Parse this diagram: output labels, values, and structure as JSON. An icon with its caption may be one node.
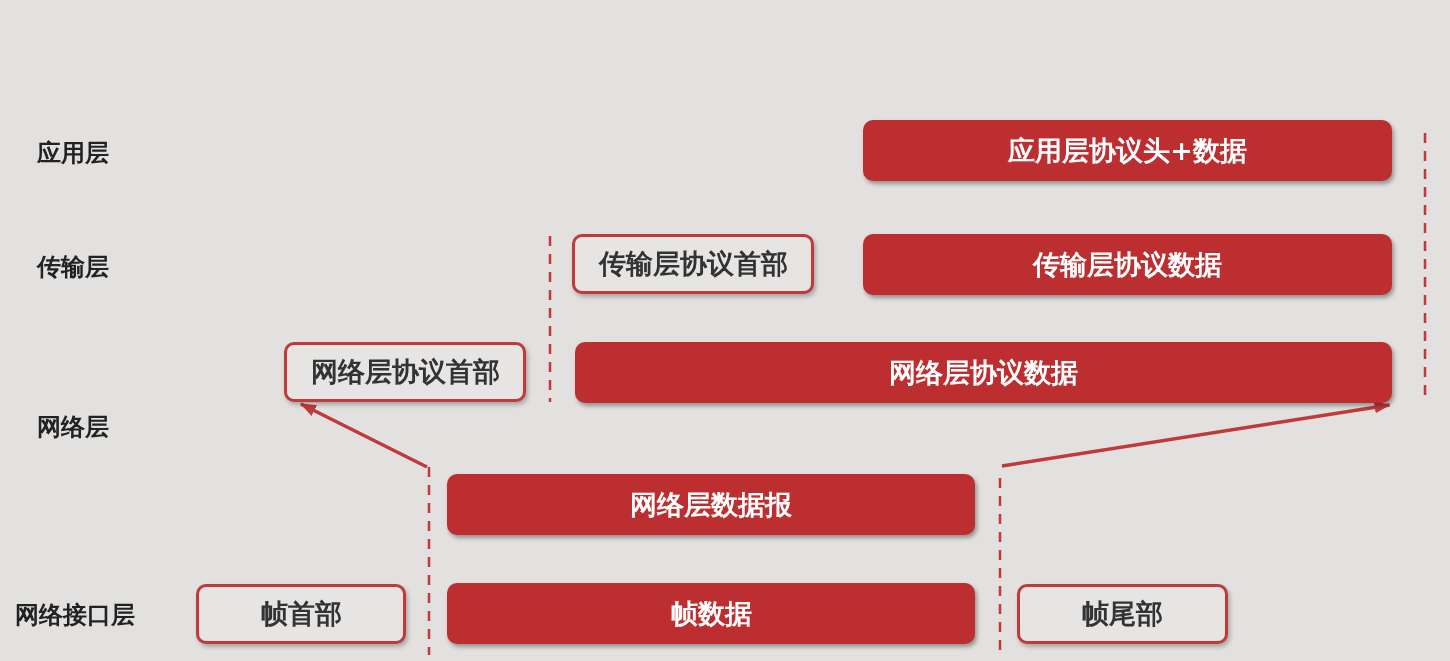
{
  "diagram": {
    "nodes": [
      {
        "text": [
          "应用层协议头+数据"
        ]
      },
      {
        "text": [
          "传输层协议首部"
        ]
      },
      {
        "text": [
          "传输层协议数据"
        ]
      },
      {
        "text": [
          "网络层协议首部"
        ]
      },
      {
        "text": [
          "网络层协议数据"
        ]
      },
      {
        "text": [
          "网络层数据报"
        ]
      },
      {
        "text": [
          "帧首部"
        ]
      },
      {
        "text": [
          "帧数据"
        ]
      },
      {
        "text": [
          "帧尾部"
        ]
      }
    ],
    "edges": [
      {
        "from": null,
        "to": 3,
        "arrow": "to"
      },
      {
        "from": null,
        "to": 4,
        "arrow": "to"
      }
    ],
    "labels": [
      "应用层",
      "传输层",
      "网络层",
      "网络接口层"
    ]
  }
}
